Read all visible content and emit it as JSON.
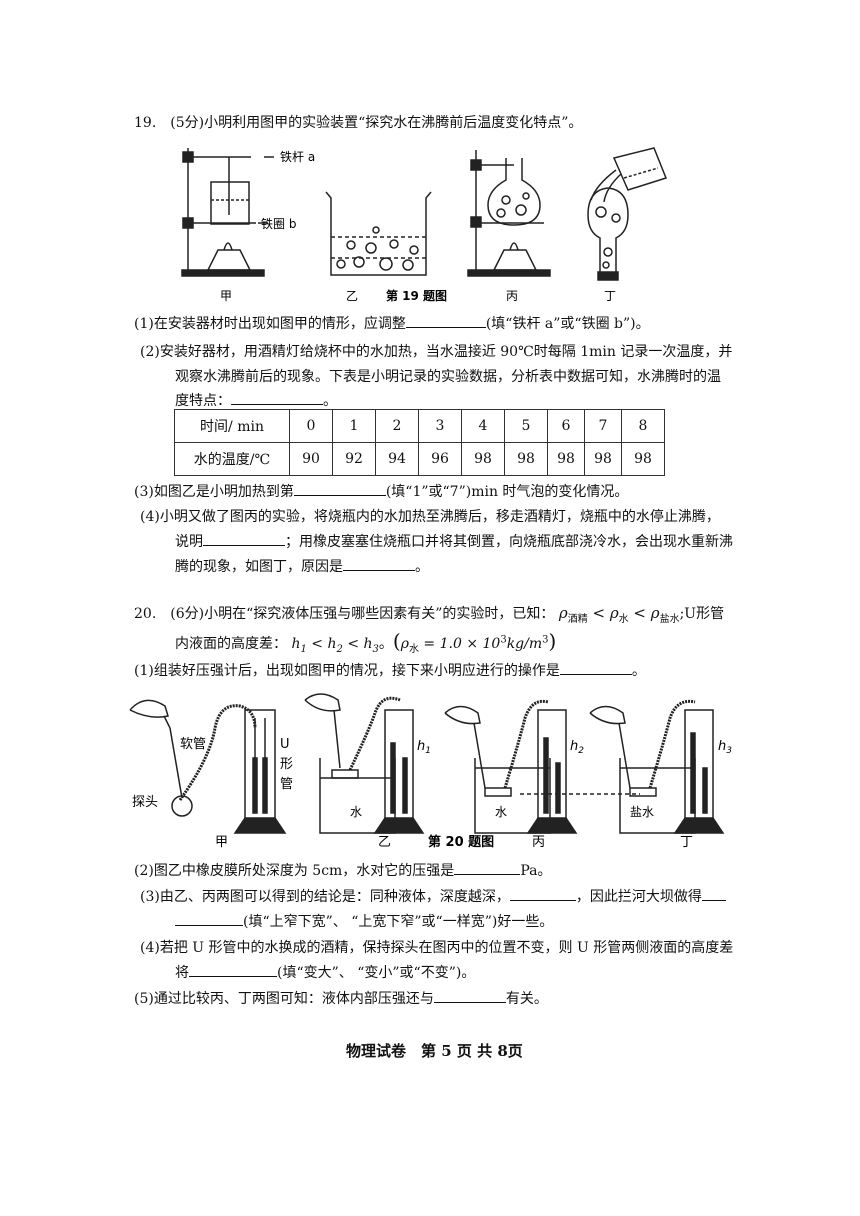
{
  "q19": {
    "header": "19.　(5分)小明利用图甲的实验装置“探究水在沸腾前后温度变化特点”。",
    "fig_labels": {
      "rod_a": "铁杆 a",
      "ring_b": "铁圈 b",
      "jia": "甲",
      "yi": "乙",
      "caption": "第 19 题图",
      "bing": "丙",
      "ding": "丁"
    },
    "p1": "(1)在安装器材时出现如图甲的情形，应调整",
    "p1b": "(填“铁杆 a”或“铁圈 b”)。",
    "p2_l1": "(2)安装好器材，用酒精灯给烧杯中的水加热，当水温接近 90℃时每隔 1min 记录一次温度，并",
    "p2_l2": "观察水沸腾前后的现象。下表是小明记录的实验数据，分析表中数据可知，水沸腾时的温",
    "p2_l3": "度特点：",
    "p2_end": "。",
    "table": {
      "row1_head": "时间/ min",
      "row1": [
        "0",
        "1",
        "2",
        "3",
        "4",
        "5",
        "6",
        "7",
        "8"
      ],
      "row2_head": "水的温度/℃",
      "row2": [
        "90",
        "92",
        "94",
        "96",
        "98",
        "98",
        "98",
        "98",
        "98"
      ]
    },
    "p3": "(3)如图乙是小明加热到第",
    "p3b": "(填“1”或“7”)min 时气泡的变化情况。",
    "p4_l1": "(4)小明又做了图丙的实验，将烧瓶内的水加热至沸腾后，移走酒精灯，烧瓶中的水停止沸腾，",
    "p4_l2a": "说明",
    "p4_l2b": "；用橡皮塞塞住烧瓶口并将其倒置，向烧瓶底部浇冷水，会出现水重新沸",
    "p4_l3a": "腾的现象，如图丁，原因是",
    "p4_l3b": "。"
  },
  "q20": {
    "header_a": "20.　(6分)小明在“探究液体压强与哪些因素有关”的实验时，已知：",
    "header_b": ";U形管",
    "rho_alc": "ρ",
    "sub_alc": "酒精",
    "sub_water": "水",
    "sub_salt": "盐水",
    "line2": "内液面的高度差：",
    "rho_water_val": "= 1.0 × 10",
    "exp": "3",
    "unit": "kg/m",
    "unit_exp": "3",
    "fig_labels": {
      "soft_tube": "软管",
      "u1": "U",
      "u2": "形",
      "u3": "管",
      "probe": "探头",
      "jia": "甲",
      "yi": "乙",
      "caption": "第 20 题图",
      "bing": "丙",
      "ding": "丁",
      "water1": "水",
      "water2": "水",
      "salt": "盐水",
      "h1": "h",
      "h2": "h",
      "h3": "h",
      "s1": "1",
      "s2": "2",
      "s3": "3"
    },
    "p1": "(1)组装好压强计后，出现如图甲的情况，接下来小明应进行的操作是",
    "p1b": "。",
    "p2": "(2)图乙中橡皮膜所处深度为 5cm，水对它的压强是",
    "p2b": "Pa。",
    "p3_l1": "(3)由乙、丙两图可以得到的结论是：同种液体，深度越深，",
    "p3_l1b": "，因此拦河大坝做得",
    "p3_l2": "(填“上窄下宽”、 “上宽下窄”或“一样宽”)好一些。",
    "p4_l1": "(4)若把 U 形管中的水换成的酒精，保持探头在图丙中的位置不变，则 U 形管两侧液面的高度差",
    "p4_l2a": "将",
    "p4_l2b": "(填“变大”、 “变小”或“不变”)。",
    "p5": "(5)通过比较丙、丁两图可知：液体内部压强还与",
    "p5b": "有关。"
  },
  "footer": "物理试卷　第 5 页 共 8页"
}
